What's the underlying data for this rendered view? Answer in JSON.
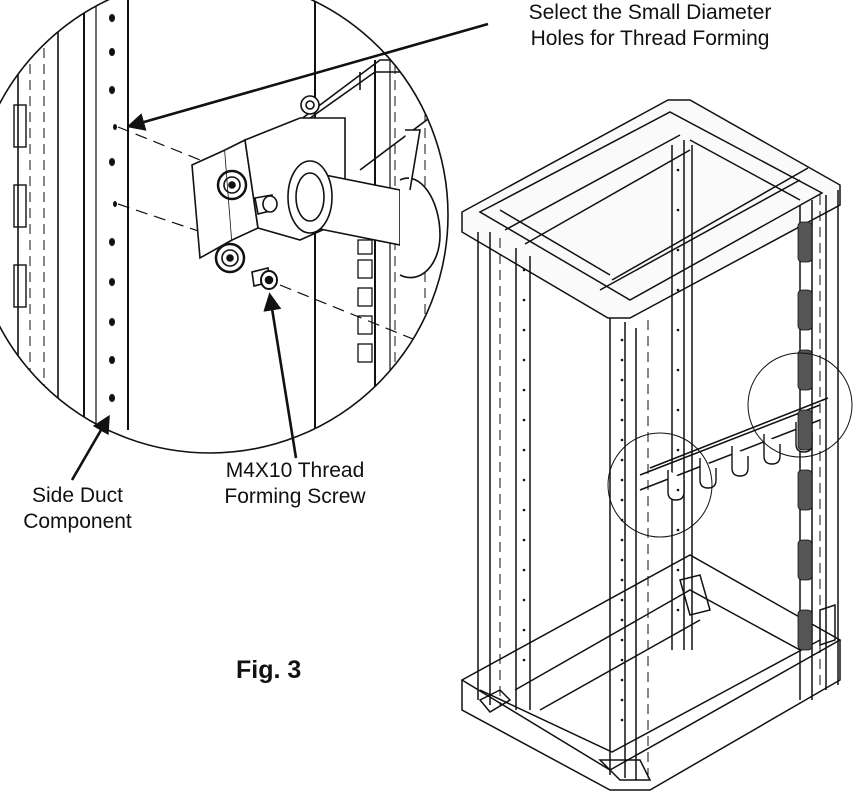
{
  "callouts": {
    "small_holes": {
      "line1": "Select the Small Diameter",
      "line2": "Holes for Thread Forming"
    },
    "screw": {
      "line1": "M4X10 Thread",
      "line2": "Forming Screw"
    },
    "side_duct": {
      "line1": "Side Duct",
      "line2": "Component"
    }
  },
  "figure_label": "Fig. 3",
  "colors": {
    "line": "#111111",
    "background": "#ffffff",
    "vent": "#555555"
  }
}
